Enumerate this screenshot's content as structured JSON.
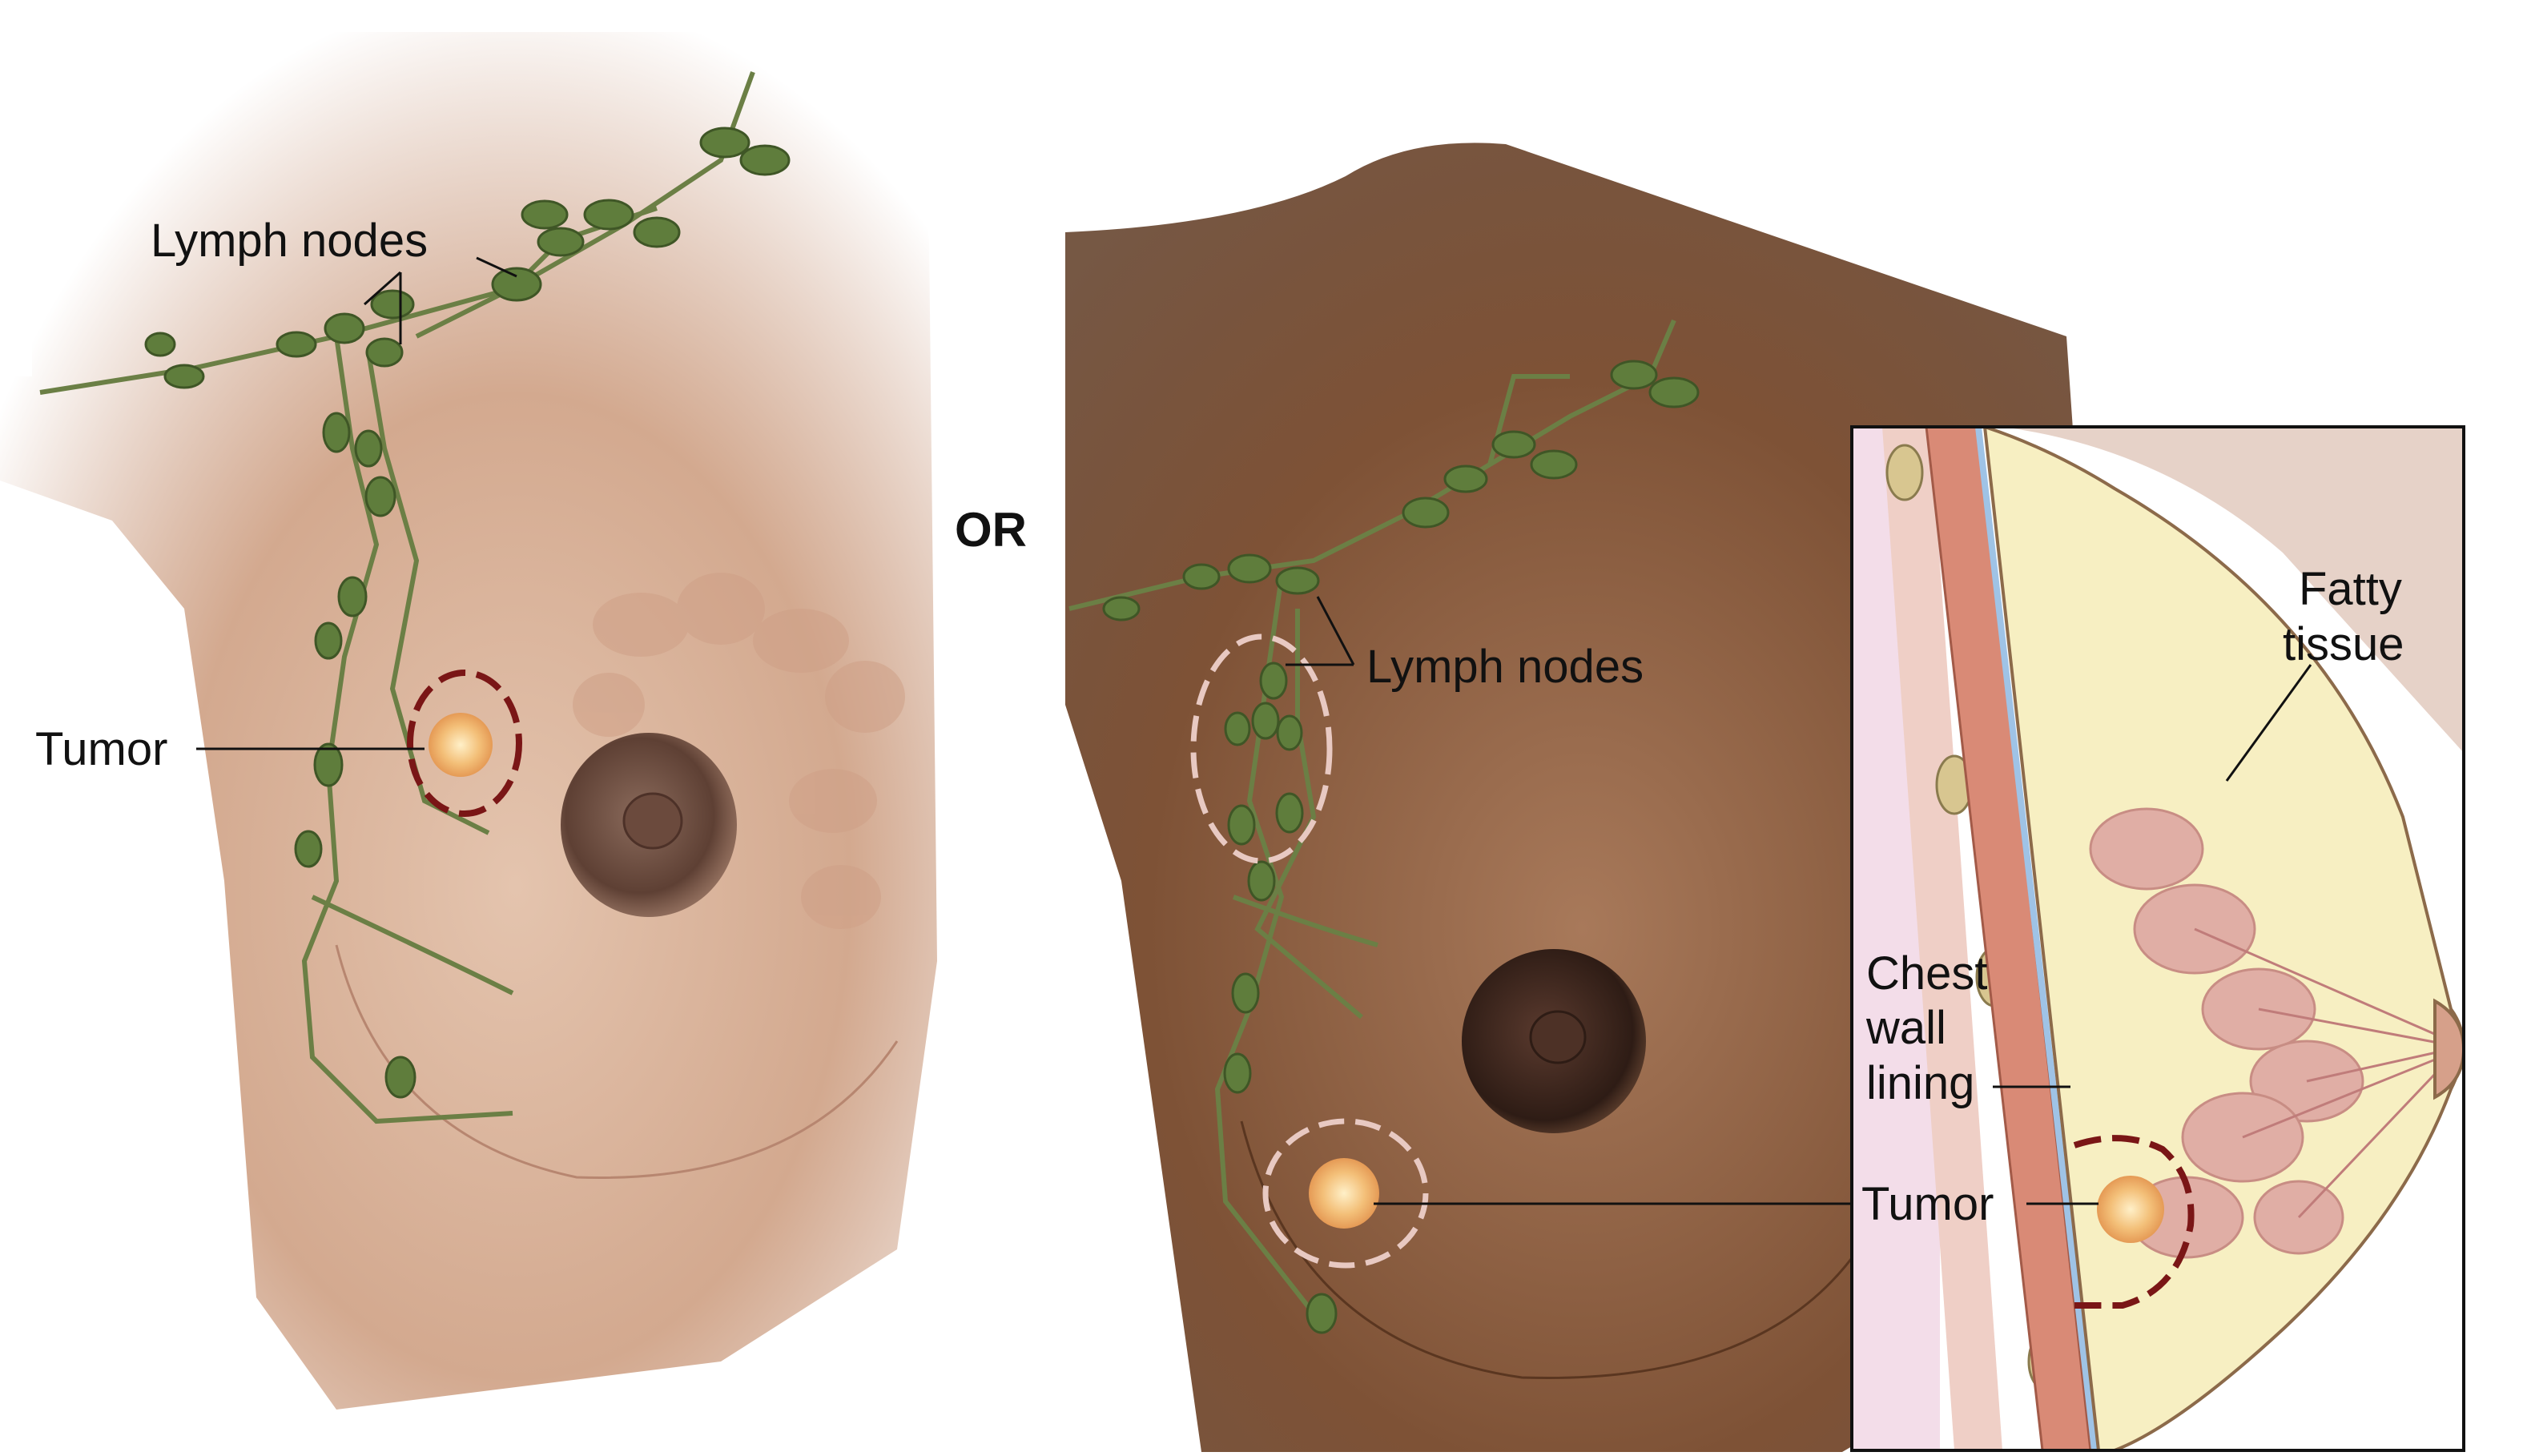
{
  "labels": {
    "left_lymph_nodes": "Lymph nodes",
    "left_tumor": "Tumor",
    "separator": "OR",
    "right_lymph_nodes": "Lymph nodes",
    "fatty_tissue_1": "Fatty",
    "fatty_tissue_2": "tissue",
    "chest_wall_1": "Chest",
    "chest_wall_2": "wall",
    "chest_wall_3": "lining",
    "right_tumor": "Tumor"
  },
  "colors": {
    "skin_light": "#d7ad95",
    "skin_dark": "#7a4f33",
    "lymph": "#5f7d3c",
    "lymph_vessel": "#6b7f45",
    "tumor_outline_dark": "#7a1616",
    "tumor_outline_light": "#e8c9c2",
    "tumor_fill": "#f2c27c",
    "fatty": "#f7efc2",
    "muscle": "#d98a76",
    "gland": "#dda3a0",
    "areola": "#5b3c31"
  }
}
